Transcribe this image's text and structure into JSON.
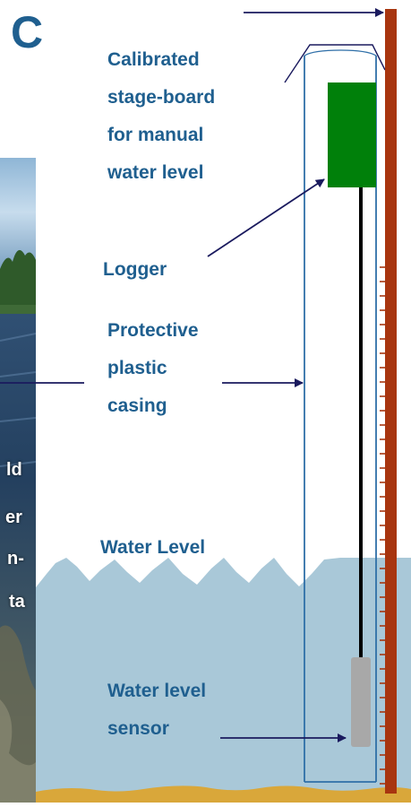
{
  "panel_letter": "C",
  "labels": {
    "stage_board": [
      "Calibrated",
      "stage-board",
      "for manual",
      "water level"
    ],
    "logger": "Logger",
    "casing": [
      "Protective",
      "plastic",
      "casing"
    ],
    "water_level": "Water Level",
    "sensor": [
      "Water level",
      "sensor"
    ]
  },
  "photo_text": [
    "ld",
    "er",
    "n-",
    "ta"
  ],
  "colors": {
    "title": "#1f5f8f",
    "label": "#1f5f8f",
    "arrow": "#1a1a5e",
    "stage_board": "#a8350f",
    "logger": "#00800a",
    "water": "#a9c8d8",
    "sediment": "#d9a73a",
    "sensor": "#a8a8a8",
    "casing": "#2f6fa8"
  }
}
